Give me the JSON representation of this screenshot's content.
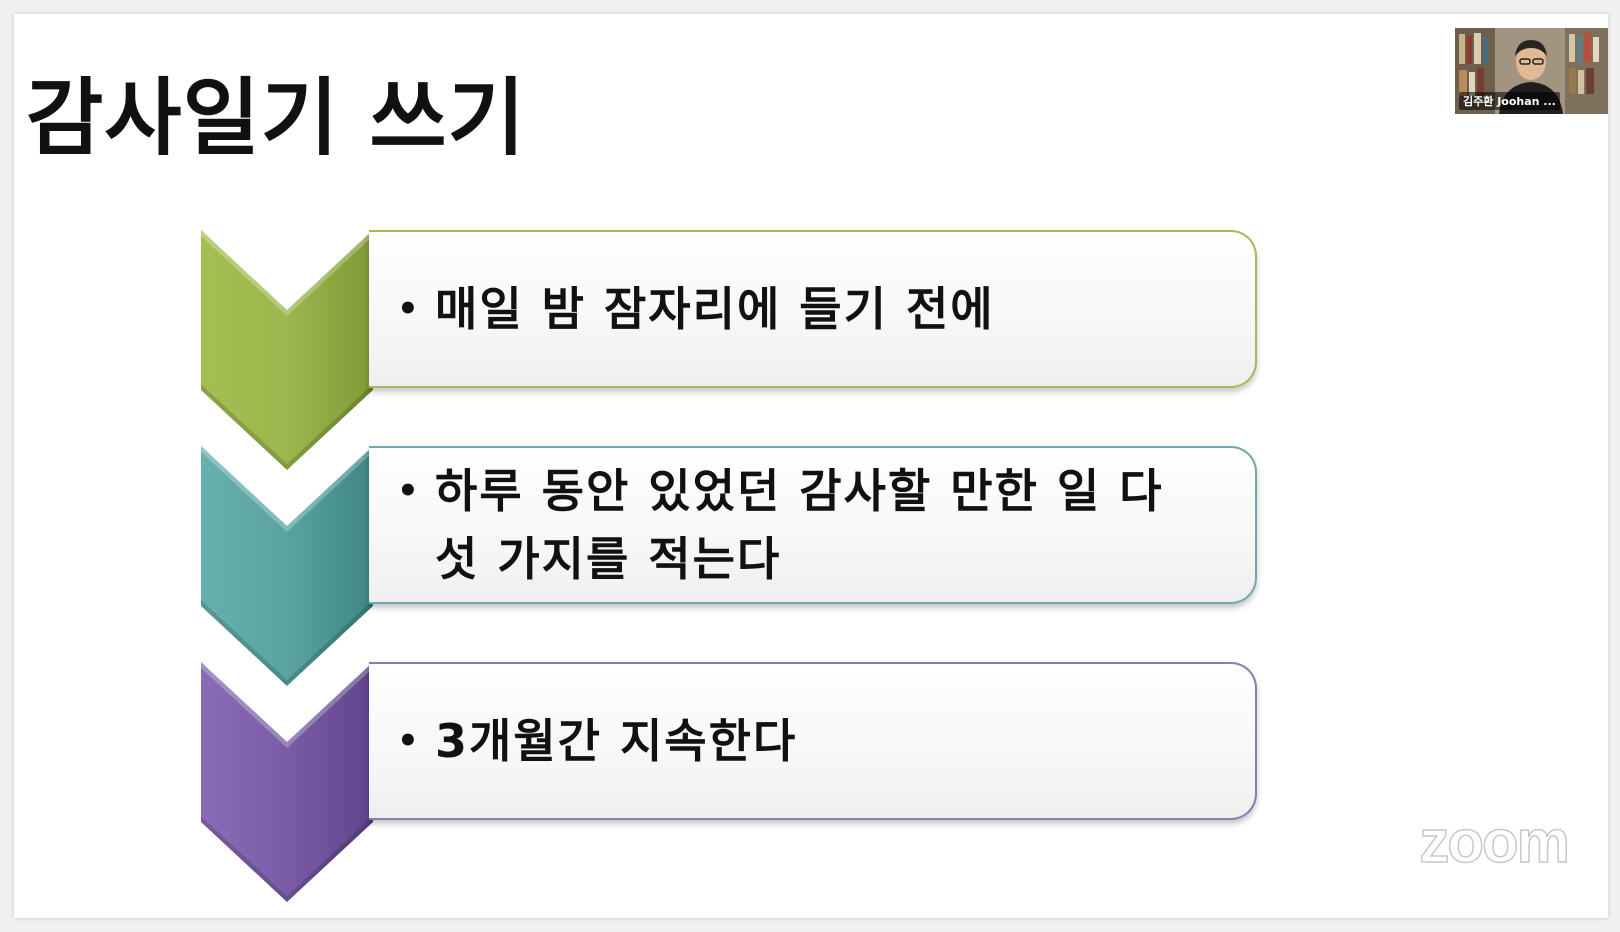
{
  "slide": {
    "title": "감사일기 쓰기",
    "steps": [
      {
        "bullet": "•",
        "text": "매일 밤 잠자리에 들기 전에",
        "color": "#95b04a"
      },
      {
        "bullet": "•",
        "text": "하루 동안 있었던 감사할 만한 일 다섯 가지를 적는다",
        "color": "#5aa3a1"
      },
      {
        "bullet": "•",
        "text": "3개월간 지속한다",
        "color": "#7a5ca6"
      }
    ]
  },
  "video": {
    "participant_name": "김주환 Joohan ..."
  },
  "watermark": {
    "text": "zoom"
  }
}
